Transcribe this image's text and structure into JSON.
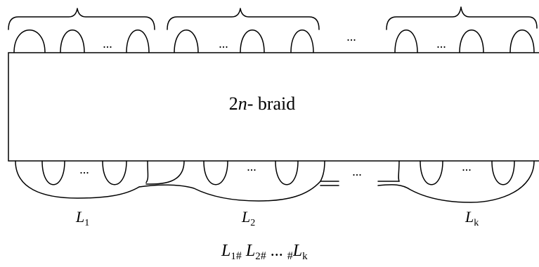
{
  "braid_label": {
    "num": "2",
    "var": "n",
    "rest": "- braid"
  },
  "ellipsis": "...",
  "labels": [
    {
      "base": "L",
      "sub": "1"
    },
    {
      "base": "L",
      "sub": "2"
    },
    {
      "base": "L",
      "sub": "k"
    }
  ],
  "formula": {
    "l1": "L",
    "s1": "1",
    "h1": "#",
    "l2": "L",
    "s2": "2",
    "h2": "#",
    "dots": " ... ",
    "h3": "#",
    "lk": "L",
    "sk": "k"
  }
}
